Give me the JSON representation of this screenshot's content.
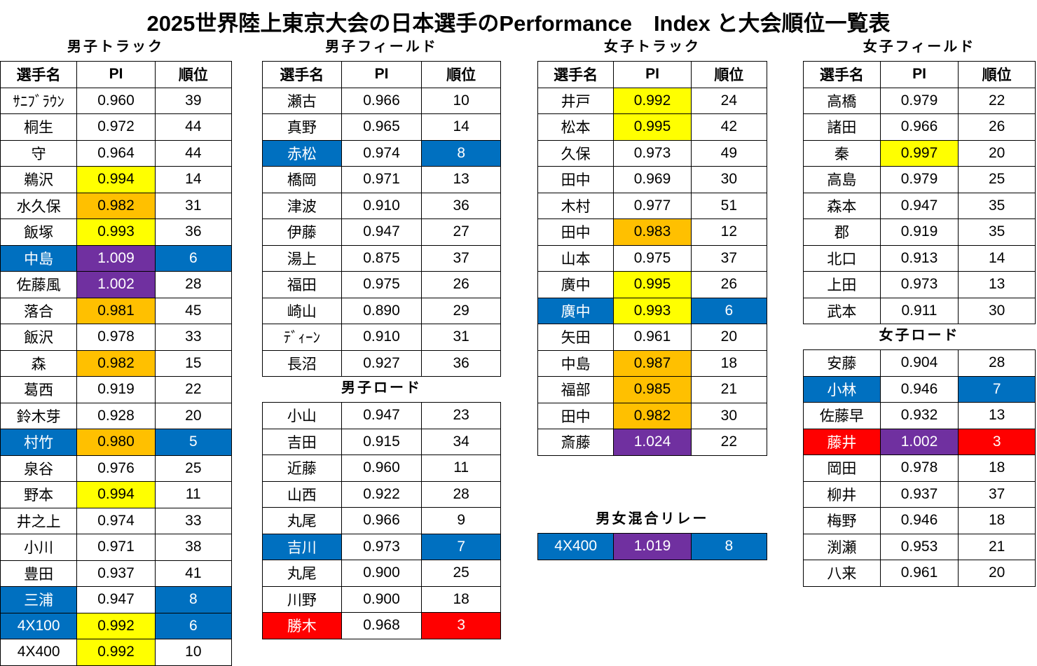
{
  "title": "2025世界陸上東京大会の日本選手のPerformance　Index と大会順位一覧表",
  "colors": {
    "blue": "#0070c0",
    "yellow": "#ffff00",
    "orange": "#ffc000",
    "purple": "#7030a0",
    "red": "#ff0000"
  },
  "headers": {
    "name": "選手名",
    "pi": "PI",
    "rank": "順位"
  },
  "men_track": {
    "title": "男子トラック",
    "rows": [
      {
        "name": "ｻﾆﾌﾞﾗｳﾝ",
        "pi": "0.960",
        "rank": "39",
        "nc": "",
        "pc": "",
        "rc": ""
      },
      {
        "name": "桐生",
        "pi": "0.972",
        "rank": "44",
        "nc": "",
        "pc": "",
        "rc": ""
      },
      {
        "name": "守",
        "pi": "0.964",
        "rank": "44",
        "nc": "",
        "pc": "",
        "rc": ""
      },
      {
        "name": "鵜沢",
        "pi": "0.994",
        "rank": "14",
        "nc": "",
        "pc": "yellow",
        "rc": ""
      },
      {
        "name": "水久保",
        "pi": "0.982",
        "rank": "31",
        "nc": "",
        "pc": "orange",
        "rc": ""
      },
      {
        "name": "飯塚",
        "pi": "0.993",
        "rank": "36",
        "nc": "",
        "pc": "yellow",
        "rc": ""
      },
      {
        "name": "中島",
        "pi": "1.009",
        "rank": "6",
        "nc": "blue",
        "pc": "purple",
        "rc": "blue"
      },
      {
        "name": "佐藤風",
        "pi": "1.002",
        "rank": "28",
        "nc": "",
        "pc": "purple",
        "rc": ""
      },
      {
        "name": "落合",
        "pi": "0.981",
        "rank": "45",
        "nc": "",
        "pc": "orange",
        "rc": ""
      },
      {
        "name": "飯沢",
        "pi": "0.978",
        "rank": "33",
        "nc": "",
        "pc": "",
        "rc": ""
      },
      {
        "name": "森",
        "pi": "0.982",
        "rank": "15",
        "nc": "",
        "pc": "orange",
        "rc": ""
      },
      {
        "name": "葛西",
        "pi": "0.919",
        "rank": "22",
        "nc": "",
        "pc": "",
        "rc": ""
      },
      {
        "name": "鈴木芽",
        "pi": "0.928",
        "rank": "20",
        "nc": "",
        "pc": "",
        "rc": ""
      },
      {
        "name": "村竹",
        "pi": "0.980",
        "rank": "5",
        "nc": "blue",
        "pc": "orange",
        "rc": "blue"
      },
      {
        "name": "泉谷",
        "pi": "0.976",
        "rank": "25",
        "nc": "",
        "pc": "",
        "rc": ""
      },
      {
        "name": "野本",
        "pi": "0.994",
        "rank": "11",
        "nc": "",
        "pc": "yellow",
        "rc": ""
      },
      {
        "name": "井之上",
        "pi": "0.974",
        "rank": "33",
        "nc": "",
        "pc": "",
        "rc": ""
      },
      {
        "name": "小川",
        "pi": "0.971",
        "rank": "38",
        "nc": "",
        "pc": "",
        "rc": ""
      },
      {
        "name": "豊田",
        "pi": "0.937",
        "rank": "41",
        "nc": "",
        "pc": "",
        "rc": ""
      },
      {
        "name": "三浦",
        "pi": "0.947",
        "rank": "8",
        "nc": "blue",
        "pc": "",
        "rc": "blue"
      },
      {
        "name": "4X100",
        "pi": "0.992",
        "rank": "6",
        "nc": "blue",
        "pc": "yellow",
        "rc": "blue"
      },
      {
        "name": "4X400",
        "pi": "0.992",
        "rank": "10",
        "nc": "",
        "pc": "yellow",
        "rc": ""
      }
    ]
  },
  "men_field": {
    "title": "男子フィールド",
    "rows": [
      {
        "name": "瀬古",
        "pi": "0.966",
        "rank": "10",
        "nc": "",
        "pc": "",
        "rc": ""
      },
      {
        "name": "真野",
        "pi": "0.965",
        "rank": "14",
        "nc": "",
        "pc": "",
        "rc": ""
      },
      {
        "name": "赤松",
        "pi": "0.974",
        "rank": "8",
        "nc": "blue",
        "pc": "",
        "rc": "blue"
      },
      {
        "name": "橋岡",
        "pi": "0.971",
        "rank": "13",
        "nc": "",
        "pc": "",
        "rc": ""
      },
      {
        "name": "津波",
        "pi": "0.910",
        "rank": "36",
        "nc": "",
        "pc": "",
        "rc": ""
      },
      {
        "name": "伊藤",
        "pi": "0.947",
        "rank": "27",
        "nc": "",
        "pc": "",
        "rc": ""
      },
      {
        "name": "湯上",
        "pi": "0.875",
        "rank": "37",
        "nc": "",
        "pc": "",
        "rc": ""
      },
      {
        "name": "福田",
        "pi": "0.975",
        "rank": "26",
        "nc": "",
        "pc": "",
        "rc": ""
      },
      {
        "name": "崎山",
        "pi": "0.890",
        "rank": "29",
        "nc": "",
        "pc": "",
        "rc": ""
      },
      {
        "name": "ﾃﾞｨｰﾝ",
        "pi": "0.910",
        "rank": "31",
        "nc": "",
        "pc": "",
        "rc": ""
      },
      {
        "name": "長沼",
        "pi": "0.927",
        "rank": "36",
        "nc": "",
        "pc": "",
        "rc": ""
      }
    ]
  },
  "men_road": {
    "title": "男子ロード",
    "rows": [
      {
        "name": "小山",
        "pi": "0.947",
        "rank": "23",
        "nc": "",
        "pc": "",
        "rc": ""
      },
      {
        "name": "吉田",
        "pi": "0.915",
        "rank": "34",
        "nc": "",
        "pc": "",
        "rc": ""
      },
      {
        "name": "近藤",
        "pi": "0.960",
        "rank": "11",
        "nc": "",
        "pc": "",
        "rc": ""
      },
      {
        "name": "山西",
        "pi": "0.922",
        "rank": "28",
        "nc": "",
        "pc": "",
        "rc": ""
      },
      {
        "name": "丸尾",
        "pi": "0.966",
        "rank": "9",
        "nc": "",
        "pc": "",
        "rc": ""
      },
      {
        "name": "吉川",
        "pi": "0.973",
        "rank": "7",
        "nc": "blue",
        "pc": "",
        "rc": "blue"
      },
      {
        "name": "丸尾",
        "pi": "0.900",
        "rank": "25",
        "nc": "",
        "pc": "",
        "rc": ""
      },
      {
        "name": "川野",
        "pi": "0.900",
        "rank": "18",
        "nc": "",
        "pc": "",
        "rc": ""
      },
      {
        "name": "勝木",
        "pi": "0.968",
        "rank": "3",
        "nc": "red",
        "pc": "",
        "rc": "red"
      }
    ]
  },
  "women_track": {
    "title": "女子トラック",
    "rows": [
      {
        "name": "井戸",
        "pi": "0.992",
        "rank": "24",
        "nc": "",
        "pc": "yellow",
        "rc": ""
      },
      {
        "name": "松本",
        "pi": "0.995",
        "rank": "42",
        "nc": "",
        "pc": "yellow",
        "rc": ""
      },
      {
        "name": "久保",
        "pi": "0.973",
        "rank": "49",
        "nc": "",
        "pc": "",
        "rc": ""
      },
      {
        "name": "田中",
        "pi": "0.969",
        "rank": "30",
        "nc": "",
        "pc": "",
        "rc": ""
      },
      {
        "name": "木村",
        "pi": "0.977",
        "rank": "51",
        "nc": "",
        "pc": "",
        "rc": ""
      },
      {
        "name": "田中",
        "pi": "0.983",
        "rank": "12",
        "nc": "",
        "pc": "orange",
        "rc": ""
      },
      {
        "name": "山本",
        "pi": "0.975",
        "rank": "37",
        "nc": "",
        "pc": "",
        "rc": ""
      },
      {
        "name": "廣中",
        "pi": "0.995",
        "rank": "26",
        "nc": "",
        "pc": "yellow",
        "rc": ""
      },
      {
        "name": "廣中",
        "pi": "0.993",
        "rank": "6",
        "nc": "blue",
        "pc": "yellow",
        "rc": "blue"
      },
      {
        "name": "矢田",
        "pi": "0.961",
        "rank": "20",
        "nc": "",
        "pc": "",
        "rc": ""
      },
      {
        "name": "中島",
        "pi": "0.987",
        "rank": "18",
        "nc": "",
        "pc": "orange",
        "rc": ""
      },
      {
        "name": "福部",
        "pi": "0.985",
        "rank": "21",
        "nc": "",
        "pc": "orange",
        "rc": ""
      },
      {
        "name": "田中",
        "pi": "0.982",
        "rank": "30",
        "nc": "",
        "pc": "orange",
        "rc": ""
      },
      {
        "name": "斎藤",
        "pi": "1.024",
        "rank": "22",
        "nc": "",
        "pc": "purple",
        "rc": ""
      }
    ]
  },
  "mixed_relay": {
    "title": "男女混合リレー",
    "rows": [
      {
        "name": "4X400",
        "pi": "1.019",
        "rank": "8",
        "nc": "blue",
        "pc": "purple",
        "rc": "blue"
      }
    ]
  },
  "women_field": {
    "title": "女子フィールド",
    "rows": [
      {
        "name": "高橋",
        "pi": "0.979",
        "rank": "22",
        "nc": "",
        "pc": "",
        "rc": ""
      },
      {
        "name": "諸田",
        "pi": "0.966",
        "rank": "26",
        "nc": "",
        "pc": "",
        "rc": ""
      },
      {
        "name": "秦",
        "pi": "0.997",
        "rank": "20",
        "nc": "",
        "pc": "yellow",
        "rc": ""
      },
      {
        "name": "高島",
        "pi": "0.979",
        "rank": "25",
        "nc": "",
        "pc": "",
        "rc": ""
      },
      {
        "name": "森本",
        "pi": "0.947",
        "rank": "35",
        "nc": "",
        "pc": "",
        "rc": ""
      },
      {
        "name": "郡",
        "pi": "0.919",
        "rank": "35",
        "nc": "",
        "pc": "",
        "rc": ""
      },
      {
        "name": "北口",
        "pi": "0.913",
        "rank": "14",
        "nc": "",
        "pc": "",
        "rc": ""
      },
      {
        "name": "上田",
        "pi": "0.973",
        "rank": "13",
        "nc": "",
        "pc": "",
        "rc": ""
      },
      {
        "name": "武本",
        "pi": "0.911",
        "rank": "30",
        "nc": "",
        "pc": "",
        "rc": ""
      }
    ]
  },
  "women_road": {
    "title": "女子ロード",
    "rows": [
      {
        "name": "安藤",
        "pi": "0.904",
        "rank": "28",
        "nc": "",
        "pc": "",
        "rc": ""
      },
      {
        "name": "小林",
        "pi": "0.946",
        "rank": "7",
        "nc": "blue",
        "pc": "",
        "rc": "blue"
      },
      {
        "name": "佐藤早",
        "pi": "0.932",
        "rank": "13",
        "nc": "",
        "pc": "",
        "rc": ""
      },
      {
        "name": "藤井",
        "pi": "1.002",
        "rank": "3",
        "nc": "red",
        "pc": "purple",
        "rc": "red"
      },
      {
        "name": "岡田",
        "pi": "0.978",
        "rank": "18",
        "nc": "",
        "pc": "",
        "rc": ""
      },
      {
        "name": "柳井",
        "pi": "0.937",
        "rank": "37",
        "nc": "",
        "pc": "",
        "rc": ""
      },
      {
        "name": "梅野",
        "pi": "0.946",
        "rank": "18",
        "nc": "",
        "pc": "",
        "rc": ""
      },
      {
        "name": "渕瀬",
        "pi": "0.953",
        "rank": "21",
        "nc": "",
        "pc": "",
        "rc": ""
      },
      {
        "name": "八来",
        "pi": "0.961",
        "rank": "20",
        "nc": "",
        "pc": "",
        "rc": ""
      }
    ]
  }
}
